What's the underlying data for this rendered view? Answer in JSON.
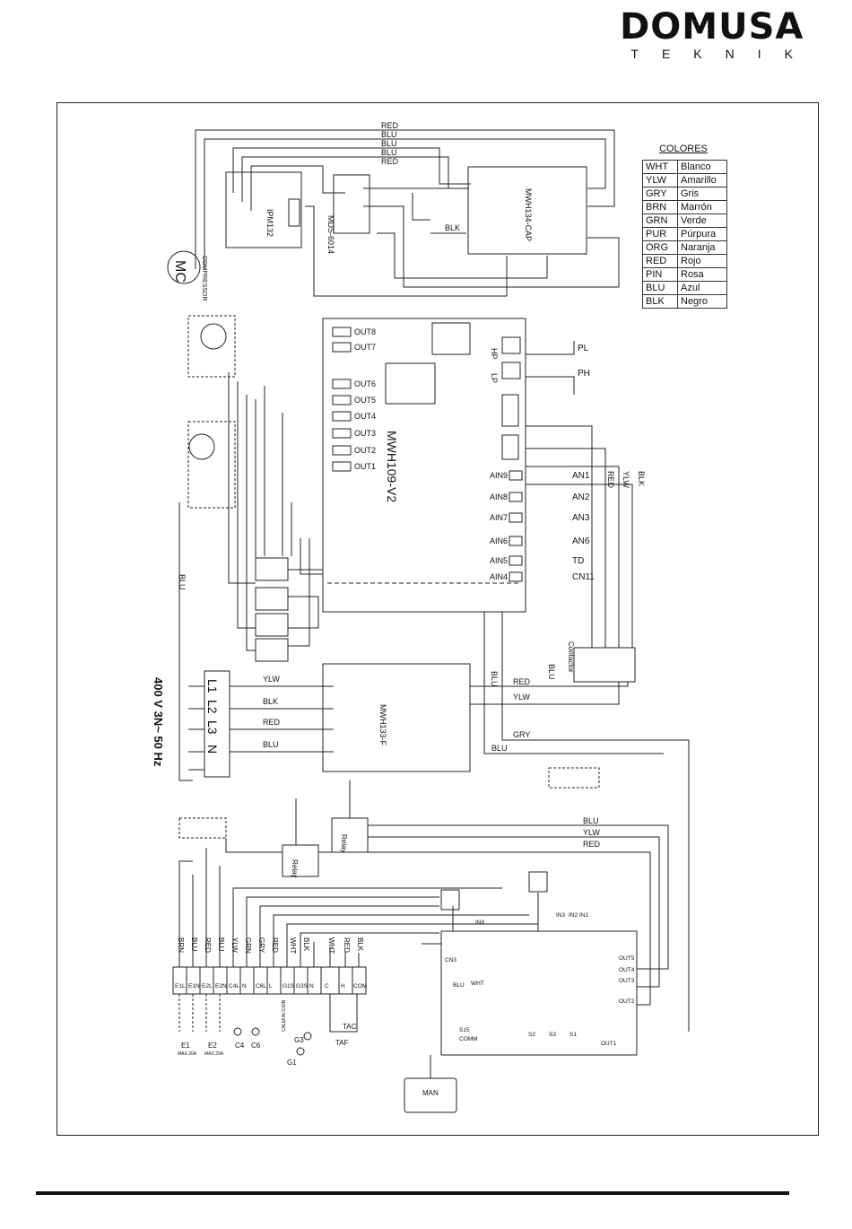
{
  "brand": {
    "name": "DOMUSA",
    "sub": "TEKNIK"
  },
  "legend": {
    "title": "COLORES",
    "rows": [
      {
        "code": "WHT",
        "name": "Blanco"
      },
      {
        "code": "YLW",
        "name": "Amarillo"
      },
      {
        "code": "GRY",
        "name": "Gris"
      },
      {
        "code": "BRN",
        "name": "Marrón"
      },
      {
        "code": "GRN",
        "name": "Verde"
      },
      {
        "code": "PUR",
        "name": "Púrpura"
      },
      {
        "code": "ORG",
        "name": "Naranja"
      },
      {
        "code": "RED",
        "name": "Rojo"
      },
      {
        "code": "PIN",
        "name": "Rosa"
      },
      {
        "code": "BLU",
        "name": "Azul"
      },
      {
        "code": "BLK",
        "name": "Negro"
      }
    ]
  },
  "supply": {
    "label": "400 V 3N~ 50 Hz",
    "terminals": [
      "L1",
      "L2",
      "L3",
      "N"
    ]
  },
  "boards": {
    "main": "MWH109-V2",
    "filter": "MWH133-F",
    "cap": "MWH134-CAP",
    "ipm": "IPM132",
    "mds": "MDS-6014"
  },
  "compressor": {
    "label": "MC",
    "caption": "COMPRESSOR"
  },
  "main_outputs": [
    "OUT8",
    "OUT7",
    "OUT6",
    "OUT5",
    "OUT4",
    "OUT3",
    "OUT2",
    "OUT1"
  ],
  "sensors": [
    {
      "pin": "AIN9",
      "name": "AN1"
    },
    {
      "pin": "AIN8",
      "name": "AN2"
    },
    {
      "pin": "AIN7",
      "name": "AN3"
    },
    {
      "pin": "AIN6",
      "name": "AN6"
    },
    {
      "pin": "AIN5",
      "name": "TD"
    },
    {
      "pin": "AIN4",
      "name": "CN11"
    }
  ],
  "pressure": [
    {
      "pin": "HP",
      "name": "PL"
    },
    {
      "pin": "LP",
      "name": "PH"
    }
  ],
  "wire_labels": {
    "top": [
      "RED",
      "BLU",
      "BLU",
      "BLU",
      "RED"
    ],
    "supply": [
      "YLW",
      "BLK",
      "RED",
      "BLU"
    ],
    "right": [
      "RED",
      "YLW",
      "GRY",
      "BLU"
    ],
    "mid": [
      "BLU",
      "YLW",
      "RED"
    ],
    "vertical": [
      "RED",
      "BLU",
      "BLU",
      "YLW",
      "BLK",
      "BLU",
      "BLK"
    ]
  },
  "relay_label": "Relay",
  "contactor": "Contactor",
  "terminal_strip": [
    "E1L",
    "E1N",
    "E2L",
    "E2N",
    "C4L",
    "N",
    "C6L",
    "L",
    "G1S",
    "G3S",
    "N",
    "C",
    "H",
    "COM"
  ],
  "terminal_wires": [
    "BRN",
    "BLU",
    "RED",
    "BLU",
    "YLW",
    "GRN",
    "GRY",
    "RED",
    "WHT",
    "BLK",
    "WHT",
    "RED",
    "BLK"
  ],
  "loads": [
    {
      "name": "E1",
      "note": "MAX.20A"
    },
    {
      "name": "E2",
      "note": "MAX.20A"
    },
    {
      "name": "C4",
      "note": ""
    },
    {
      "name": "C6",
      "note": ""
    },
    {
      "name": "G3",
      "note": "CALEFACCION"
    },
    {
      "name": "G1",
      "note": ""
    },
    {
      "name": "TAC",
      "note": ""
    },
    {
      "name": "TAF",
      "note": ""
    }
  ],
  "ctrl": {
    "labels": [
      "IN8",
      "IN3",
      "IN2",
      "IN1",
      "CN3",
      "BLU",
      "WHT",
      "S15",
      "COMM",
      "S2",
      "S3",
      "S1",
      "OUT1",
      "OUT2",
      "OUT3",
      "OUT4",
      "OUT5"
    ],
    "remote": "MAN"
  }
}
